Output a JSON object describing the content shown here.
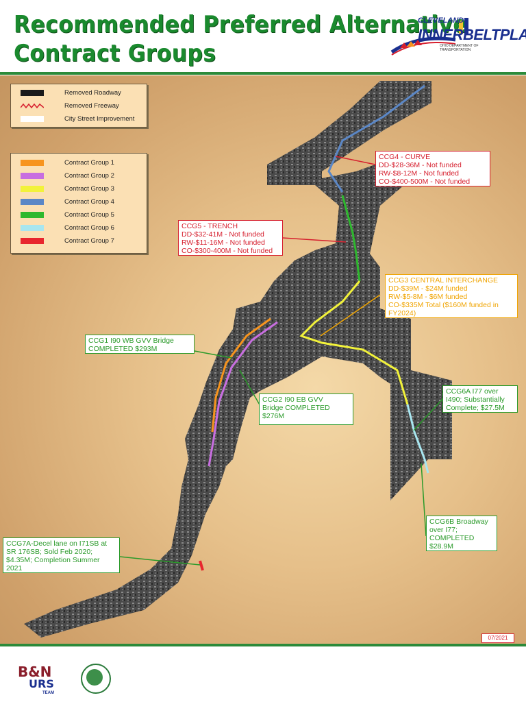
{
  "header": {
    "title_line1": "Recommended Preferred Alternative",
    "title_line2": "Contract Groups",
    "logo": {
      "top": "CLEVELAND",
      "main": "INNERBELTPLAN",
      "sub": "OHIO DEPARTMENT OF TRANSPORTATION"
    }
  },
  "legend_top": [
    {
      "label": "Removed Roadway",
      "color": "#1a1a1a",
      "icon": "solid-bar"
    },
    {
      "label": "Removed Freeway",
      "color": "#d61f2e",
      "icon": "zigzag-line"
    },
    {
      "label": "City Street Improvement",
      "color": "#ffffff",
      "icon": "solid-bar"
    }
  ],
  "legend_groups": [
    {
      "label": "Contract Group 1",
      "color": "#f7941d"
    },
    {
      "label": "Contract Group 2",
      "color": "#c86ee0"
    },
    {
      "label": "Contract Group 3",
      "color": "#f2f23a"
    },
    {
      "label": "Contract Group 4",
      "color": "#5b87c6"
    },
    {
      "label": "Contract Group 5",
      "color": "#2eb82e"
    },
    {
      "label": "Contract Group 6",
      "color": "#a8e6f0"
    },
    {
      "label": "Contract Group 7",
      "color": "#e8262e"
    }
  ],
  "callouts": {
    "ccg4": [
      "CCG4 - CURVE",
      "DD-$28-36M - Not funded",
      "RW-$8-12M - Not funded",
      "CO-$400-500M - Not funded"
    ],
    "ccg5": [
      "CCG5 - TRENCH",
      "DD-$32-41M - Not funded",
      "RW-$11-16M - Not funded",
      "CO-$300-400M - Not funded"
    ],
    "ccg3": [
      "CCG3 CENTRAL INTERCHANGE",
      "DD-$39M - $24M funded",
      "RW-$5-8M - $6M funded",
      "CO-$335M Total ($160M funded in",
      "FY2024)"
    ],
    "ccg1": [
      "CCG1 I90 WB GVV Bridge",
      "COMPLETED $293M"
    ],
    "ccg2": [
      "CCG2 I90 EB GVV",
      "Bridge COMPLETED",
      "$276M"
    ],
    "ccg6a": [
      "CCG6A I77 over",
      "I490; Substantially",
      "Complete; $27.5M"
    ],
    "ccg6b": [
      "CCG6B Broadway",
      "over I77;",
      "COMPLETED",
      "$28.9M"
    ],
    "ccg7a": [
      "CCG7A-Decel lane on I71SB at",
      "SR 176SB; Sold Feb 2020;",
      "$4.35M; Completion Summer",
      "2021"
    ]
  },
  "date": "07/2021",
  "footer": {
    "logo1": "B&N",
    "logo2": "URS",
    "logo2_sub": "TEAM"
  }
}
